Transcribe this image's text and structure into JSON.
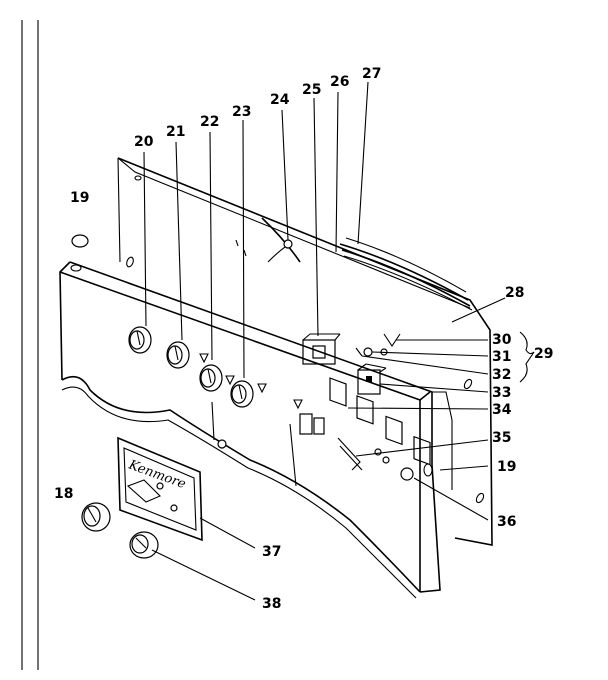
{
  "callouts": [
    {
      "id": "18",
      "label": "18"
    },
    {
      "id": "19a",
      "label": "19"
    },
    {
      "id": "19b",
      "label": "19"
    },
    {
      "id": "20",
      "label": "20"
    },
    {
      "id": "21",
      "label": "21"
    },
    {
      "id": "22",
      "label": "22"
    },
    {
      "id": "23",
      "label": "23"
    },
    {
      "id": "24",
      "label": "24"
    },
    {
      "id": "25",
      "label": "25"
    },
    {
      "id": "26",
      "label": "26"
    },
    {
      "id": "27",
      "label": "27"
    },
    {
      "id": "28",
      "label": "28"
    },
    {
      "id": "29",
      "label": "29"
    },
    {
      "id": "30",
      "label": "30"
    },
    {
      "id": "31",
      "label": "31"
    },
    {
      "id": "32",
      "label": "32"
    },
    {
      "id": "33",
      "label": "33"
    },
    {
      "id": "34",
      "label": "34"
    },
    {
      "id": "35",
      "label": "35"
    },
    {
      "id": "36",
      "label": "36"
    },
    {
      "id": "37",
      "label": "37"
    },
    {
      "id": "38",
      "label": "38"
    }
  ],
  "brand_plate": {
    "text": "Kenmore"
  }
}
